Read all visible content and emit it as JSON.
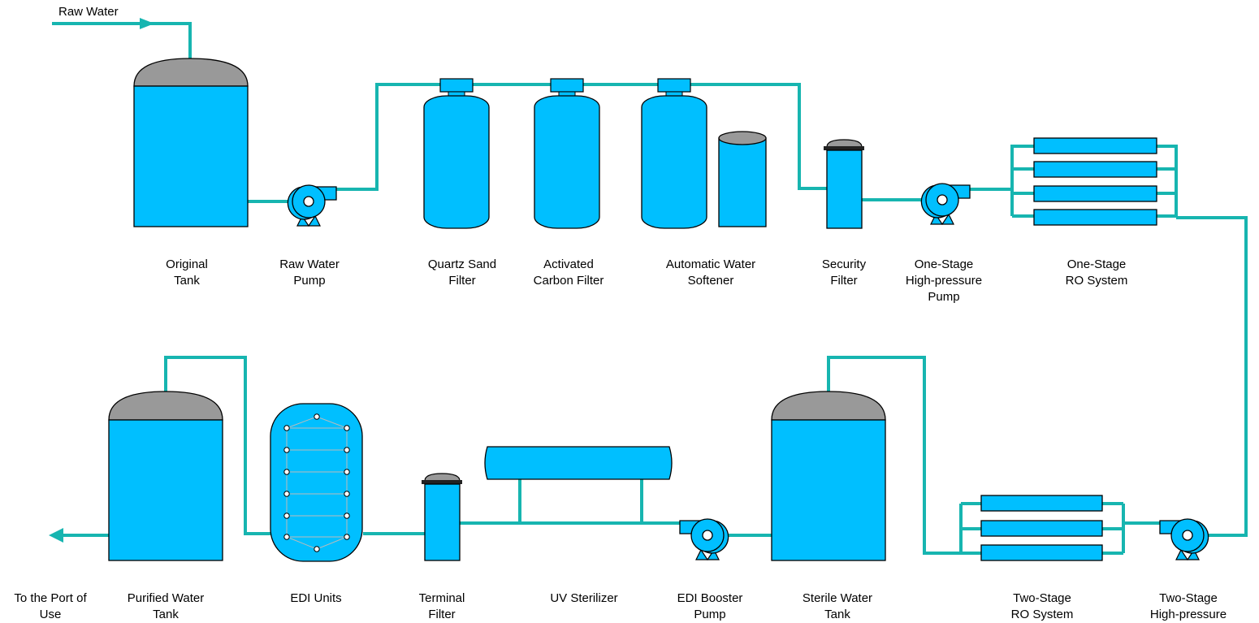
{
  "inlet_label": "Raw Water",
  "outlet_label": [
    "To the Port of",
    "Use"
  ],
  "colors": {
    "pipe": "#17b5b0",
    "vessel": "#00bfff",
    "dome": "#999999",
    "outline": "#000000"
  },
  "stages_top": [
    {
      "lines": [
        "Original",
        "Tank"
      ]
    },
    {
      "lines": [
        "Raw Water",
        "Pump"
      ]
    },
    {
      "lines": [
        "Quartz Sand",
        "Filter"
      ]
    },
    {
      "lines": [
        "Activated",
        "Carbon Filter"
      ]
    },
    {
      "lines": [
        "Automatic Water",
        "Softener"
      ]
    },
    {
      "lines": [
        "Security",
        "Filter"
      ]
    },
    {
      "lines": [
        "One-Stage",
        "High-pressure",
        "Pump"
      ]
    },
    {
      "lines": [
        "One-Stage",
        "RO System"
      ]
    }
  ],
  "stages_bottom": [
    {
      "lines": [
        "Purified Water",
        "Tank"
      ]
    },
    {
      "lines": [
        "EDI Units"
      ]
    },
    {
      "lines": [
        "Terminal",
        "Filter"
      ]
    },
    {
      "lines": [
        "UV Sterilizer"
      ]
    },
    {
      "lines": [
        "EDI Booster",
        "Pump"
      ]
    },
    {
      "lines": [
        "Sterile Water",
        "Tank"
      ]
    },
    {
      "lines": [
        "Two-Stage",
        "RO System"
      ]
    },
    {
      "lines": [
        "Two-Stage",
        "High-pressure"
      ]
    }
  ]
}
